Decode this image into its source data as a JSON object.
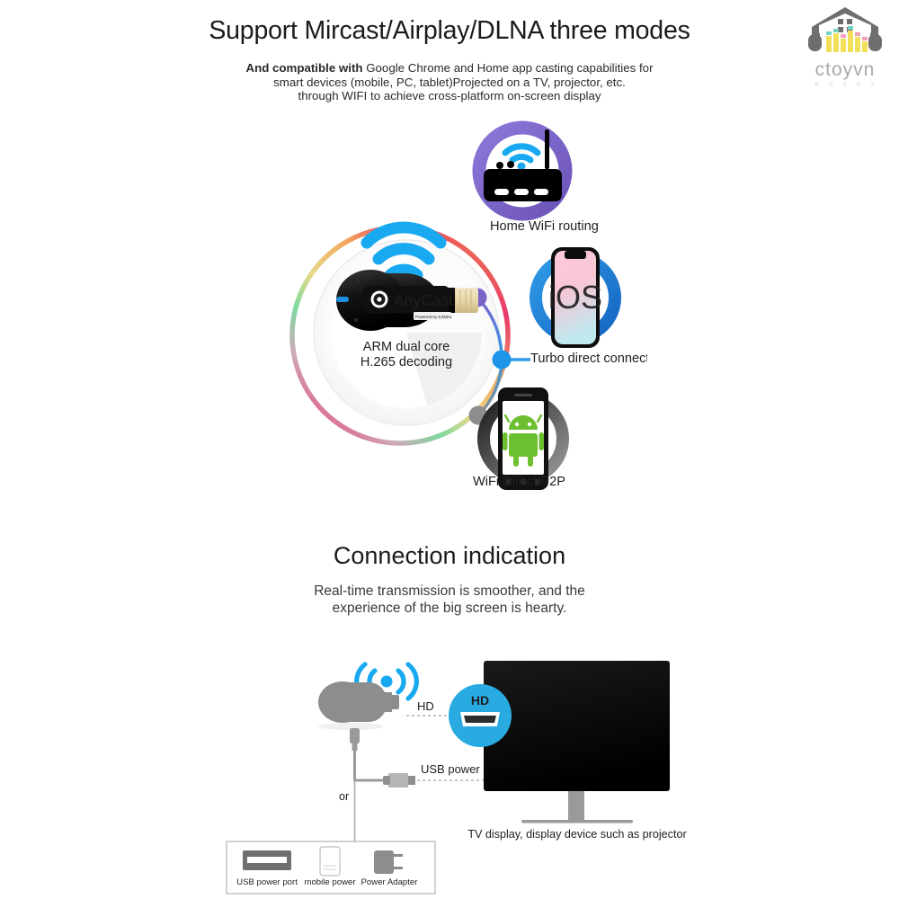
{
  "brand": {
    "name": "ctoyvn",
    "subtitle": "R C T O Y",
    "logo_icon": "house-headphones-equalizer-logo"
  },
  "section_modes": {
    "title": "Support Mircast/Airplay/DLNA three modes",
    "subtitle_line1_bold": "And compatible with",
    "subtitle_line1_rest": " Google Chrome and Home app casting capabilities for",
    "subtitle_line2": "smart devices (mobile, PC, tablet)Projected on a TV, projector, etc.",
    "subtitle_line3": "through WIFI to achieve cross-platform on-screen display",
    "device": {
      "brand_text": "AnyCast",
      "badge_text": "Powered by EZMira",
      "caption_line1": "ARM dual core",
      "caption_line2": "H.265 decoding",
      "wifi_icon": "wifi-signal-icon"
    },
    "nodes": [
      {
        "id": "home-wifi-routing",
        "label": "Home WiFi routing",
        "icon": "wifi-router-icon",
        "ring_color": "#7b63c9",
        "dot_color": "#7b63c9"
      },
      {
        "id": "turbo-direct-connection",
        "label": "Turbo direct connection",
        "icon": "ios-phone-icon",
        "screen_text": "iOS",
        "ring_color": "#1e8fe0",
        "dot_color": "#1e95e8"
      },
      {
        "id": "wifi-direct-p2p",
        "label": "WiFi Direct/P2P",
        "icon": "android-phone-icon",
        "ring_color": "#5a5a5a",
        "dot_color": "#8d8d8d"
      }
    ],
    "ring_gradient": [
      "#e8396b",
      "#f07f4a",
      "#f2b05a",
      "#cfd97a",
      "#7fd9a0",
      "#cfa9b8",
      "#e8396b"
    ]
  },
  "section_connection": {
    "title": "Connection indication",
    "subtitle_line1": "Real-time transmission is smoother, and the",
    "subtitle_line2": "experience of the big screen is hearty.",
    "dongle_icon": "anycast-dongle-icon",
    "wireless_icon": "wireless-broadcast-icon",
    "hd_label_faint": "HD",
    "hd_badge_text": "HD",
    "hd_badge_icon": "hdmi-port-icon",
    "hd_badge_color": "#29ABE2",
    "usb_label": "USB power port",
    "usb_icon": "usb-connector-icon",
    "or_label": "or",
    "tv_caption": "TV display, display device such as projector",
    "tv_icon": "tv-monitor-icon",
    "power_options": [
      {
        "id": "usb-power-port",
        "label": "USB power port",
        "icon": "usb-port-icon"
      },
      {
        "id": "mobile-power",
        "label": "mobile power",
        "icon": "power-bank-icon"
      },
      {
        "id": "power-adapter",
        "label": "Power Adapter",
        "icon": "wall-adapter-icon"
      }
    ]
  }
}
